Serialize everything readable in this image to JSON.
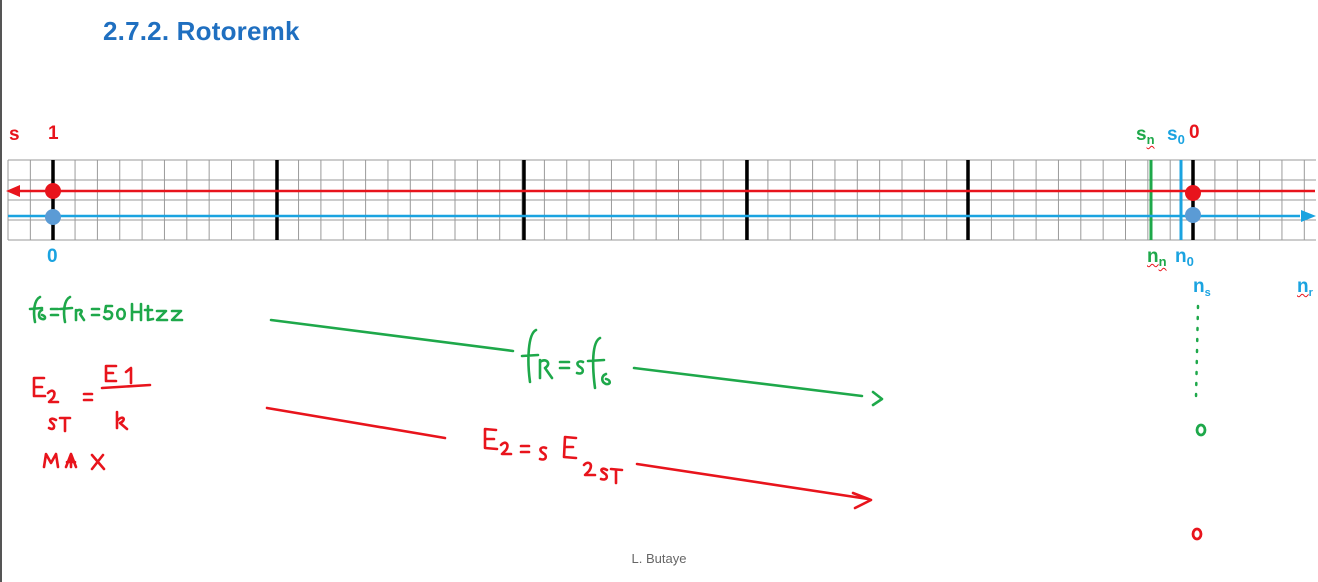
{
  "title": "2.7.2. Rotoremk",
  "axis": {
    "slip_symbol": "s",
    "slip_at_start": "1",
    "speed_at_start": "0",
    "s_n": "s",
    "s_n_sub": "n",
    "s_0": "s",
    "s_0_sub": "0",
    "slip_at_end": "0",
    "n_n": "n",
    "n_n_sub": "n",
    "n_0": "n",
    "n_0_sub": "0",
    "n_s": "n",
    "n_s_sub": "s",
    "n_r": "n",
    "n_r_sub": "r"
  },
  "handwriting": {
    "freq_eq": "fs = fR = 50Hz",
    "emf_eq": "E2ST = E1 / k",
    "max": "MAX",
    "rotor_freq": "fR = s·fs",
    "rotor_emf": "E2 = s E2ST",
    "end_upper": "0",
    "end_lower": "0"
  },
  "colors": {
    "red": "#e8141c",
    "blue": "#1aa3e0",
    "green": "#1ea84a",
    "dot_blue": "#5b9bd5",
    "title": "#1f6fc0"
  },
  "footer": "L. Butaye"
}
